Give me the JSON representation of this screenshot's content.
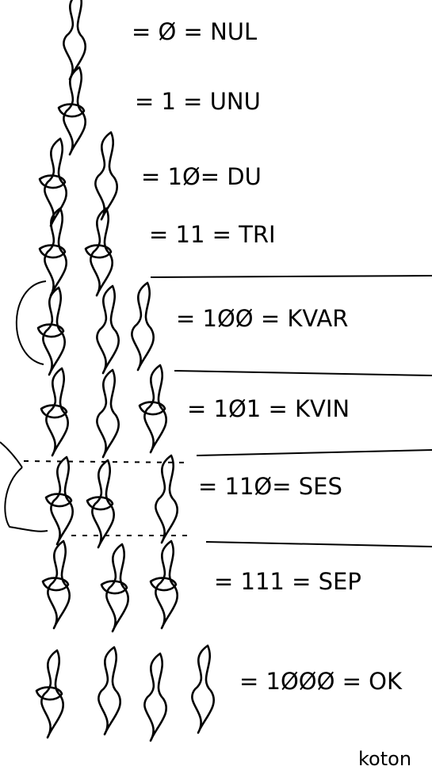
{
  "rows": [
    {
      "name": "nul",
      "equation": "= Ø = NUL",
      "digits": "0"
    },
    {
      "name": "unu",
      "equation": "= 1 = UNU",
      "digits": "1"
    },
    {
      "name": "du",
      "equation": "= 1Ø= DU",
      "digits": "10"
    },
    {
      "name": "tri",
      "equation": "= 11 = TRI",
      "digits": "11"
    },
    {
      "name": "kvar",
      "equation": "= 1ØØ  = KVAR",
      "digits": "100"
    },
    {
      "name": "kvin",
      "equation": "= 1Ø1 = KVIN",
      "digits": "101"
    },
    {
      "name": "ses",
      "equation": "= 11Ø= SES",
      "digits": "110"
    },
    {
      "name": "sep",
      "equation": "= 111 = SEP",
      "digits": "111"
    },
    {
      "name": "ok",
      "equation": "= 1ØØØ = OK",
      "digits": "1000"
    }
  ],
  "credit": "koton"
}
